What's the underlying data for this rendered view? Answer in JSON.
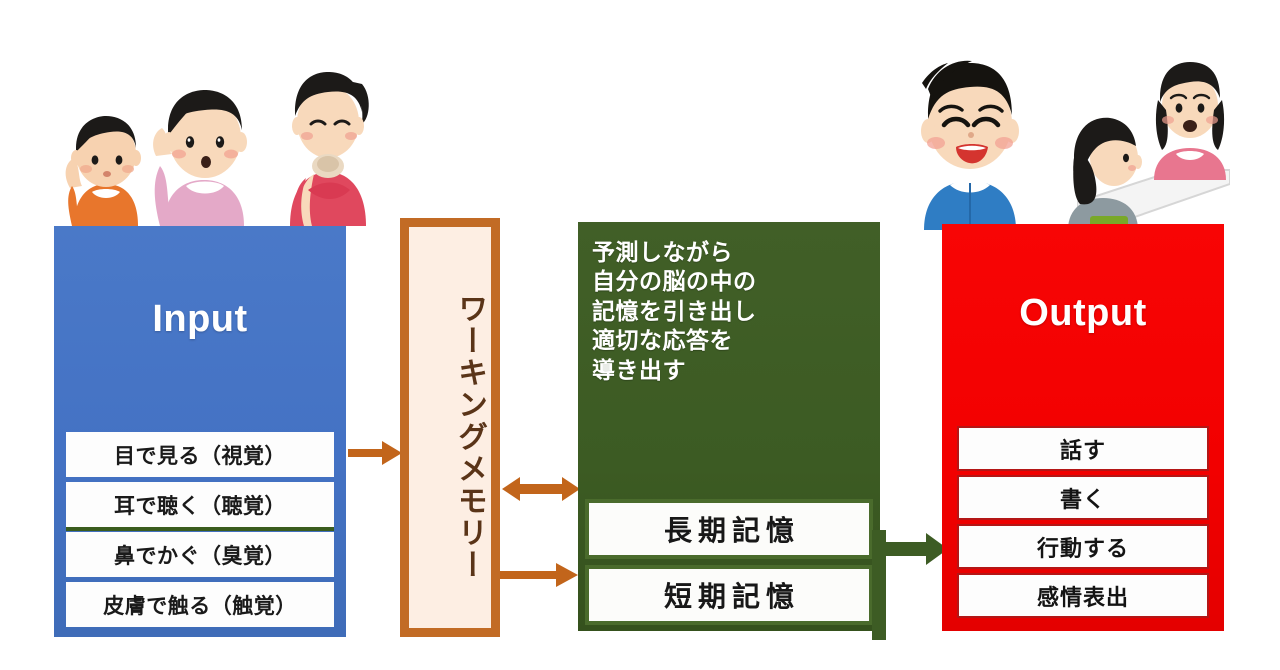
{
  "diagram": {
    "title": "Working memory information processing diagram",
    "colors": {
      "input_blue": "#4472c4",
      "working_memory_orange": "#c26b25",
      "working_memory_fill": "#fdeee3",
      "memory_green": "#3d5c24",
      "output_red": "#f40000",
      "output_row_border": "#b41616",
      "arrow_orange": "#c2651b",
      "arrow_green": "#3d5c24",
      "input_divider_green": "#3a5c1e"
    }
  },
  "input": {
    "title": "Input",
    "rows": [
      {
        "label": "目で見る（視覚）",
        "underline": false
      },
      {
        "label": "耳で聴く（聴覚）",
        "underline": true
      },
      {
        "label": "鼻でかぐ（臭覚）",
        "underline": false
      },
      {
        "label": "皮膚で触る（触覚）",
        "underline": false
      }
    ]
  },
  "working_memory": {
    "label": "ワーキングメモリー"
  },
  "memory": {
    "description_lines": [
      "予測しながら",
      "自分の脳の中の",
      "記憶を引き出し",
      "適切な応答を",
      "導き出す"
    ],
    "boxes": [
      {
        "label": "長期記憶"
      },
      {
        "label": "短期記憶"
      }
    ]
  },
  "output": {
    "title": "Output",
    "rows": [
      {
        "label": "話す"
      },
      {
        "label": "書く"
      },
      {
        "label": "行動する"
      },
      {
        "label": "感情表出"
      }
    ]
  },
  "arrows": [
    {
      "name": "input-to-working-memory",
      "direction": "right",
      "color": "#c2651b"
    },
    {
      "name": "working-memory-to-long-term-memory",
      "direction": "bidirectional",
      "color": "#c2651b"
    },
    {
      "name": "working-memory-to-short-term-memory",
      "direction": "right",
      "color": "#c2651b"
    },
    {
      "name": "memory-to-output",
      "direction": "right",
      "color": "#3d5c24"
    }
  ],
  "illustrations": {
    "left_group": [
      {
        "name": "person-touching-face-orange",
        "shirt": "#e8762c",
        "skin": "#f7d2b0"
      },
      {
        "name": "person-listening-hand-to-ear-pink",
        "shirt": "#e4a9c8",
        "skin": "#f8d9bb"
      },
      {
        "name": "person-smelling-red",
        "shirt": "#e0485e",
        "skin": "#f8d9bb"
      }
    ],
    "right_group": [
      {
        "name": "person-speaking-blue",
        "shirt": "#2f7dc4",
        "skin": "#f8d9bb"
      },
      {
        "name": "person-seated-gray",
        "shirt": "#8d9aa0",
        "skin": "#f8d9bb"
      },
      {
        "name": "person-talking-pink",
        "shirt": "#e8768f",
        "skin": "#f8d9bb"
      }
    ],
    "table": {
      "name": "white-desk",
      "color": "#f2f2f2"
    }
  }
}
